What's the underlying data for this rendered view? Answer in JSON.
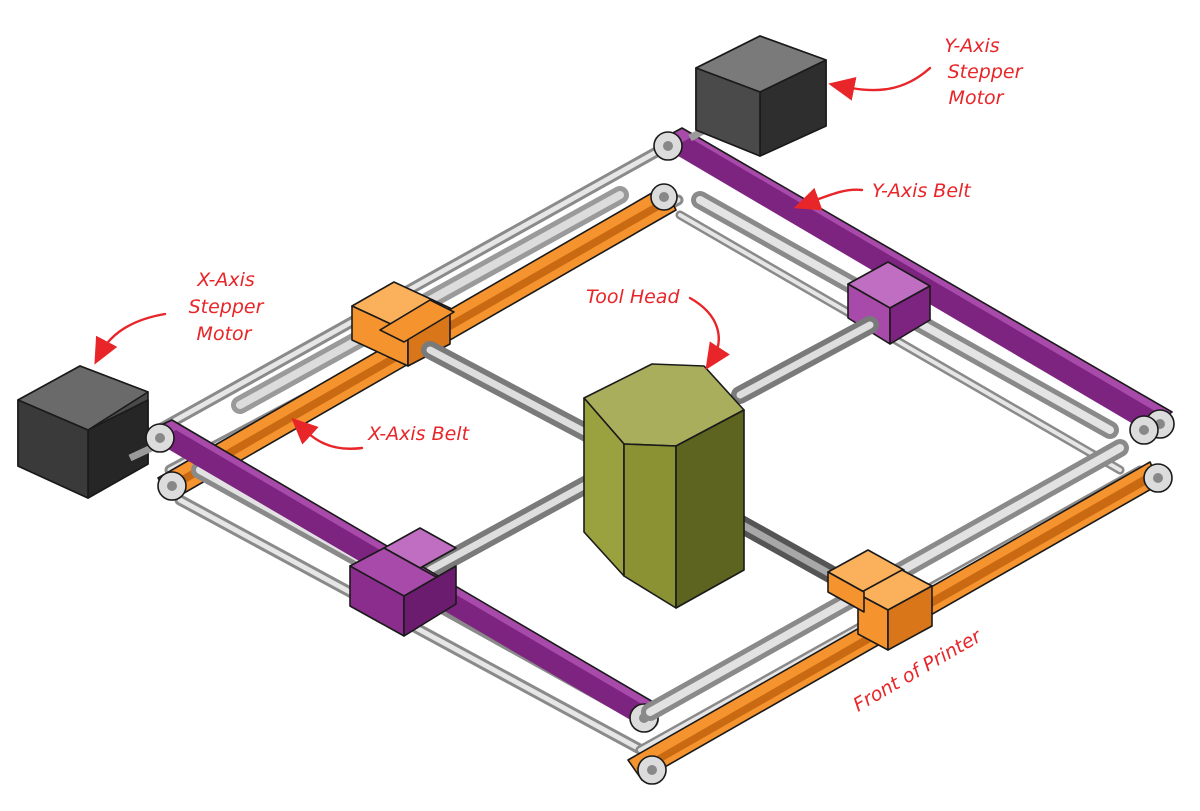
{
  "labels": {
    "y_motor": [
      "Y-Axis",
      "Stepper",
      "Motor"
    ],
    "y_belt": "Y-Axis Belt",
    "x_motor": [
      "X-Axis",
      "Stepper",
      "Motor"
    ],
    "tool_head": "Tool Head",
    "x_belt": "X-Axis Belt",
    "front": "Front of Printer"
  },
  "colors": {
    "callout": "#e8262a",
    "x_axis_orange": "#f5932f",
    "y_axis_purple": "#8a2d8c",
    "tool_head": "#9aa23f",
    "motor": "#3d3d3d",
    "rod": "#bdbdbd"
  },
  "icons": {
    "motor": "stepper-motor-icon",
    "pulley": "pulley-icon"
  }
}
